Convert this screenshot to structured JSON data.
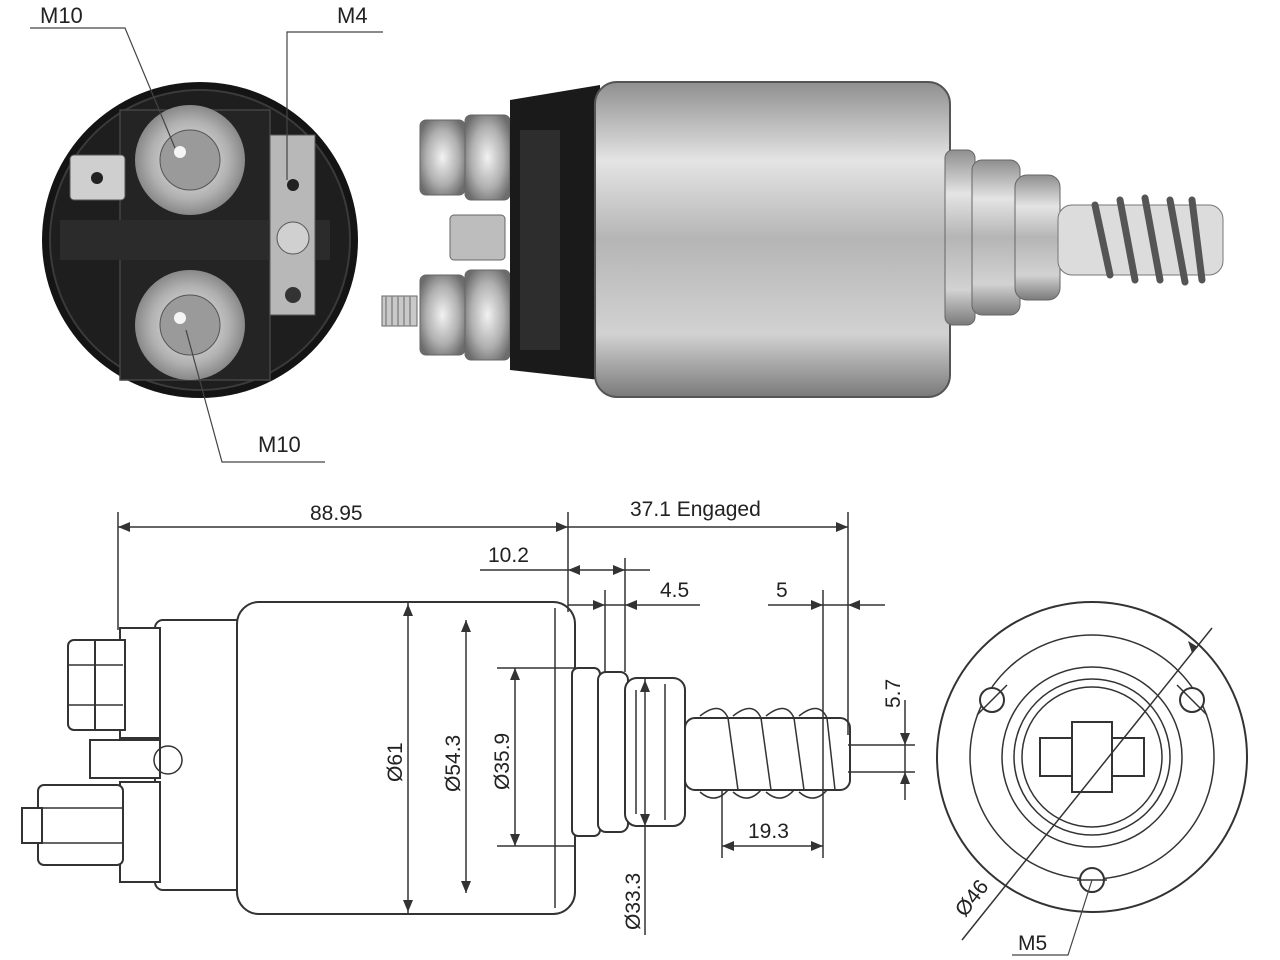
{
  "photo_labels": {
    "top_left_terminal": "M10",
    "small_terminal": "M4",
    "bottom_terminal": "M10"
  },
  "side_view": {
    "overall_length": "88.95",
    "engaged_stroke": "37.1 Engaged",
    "step_length": "10.2",
    "flange_width": "4.5",
    "plunger_tip": "5",
    "slot_width": "5.7",
    "spring_length": "19.3",
    "body_diameter": "Ø61",
    "inner_diameter": "Ø54.3",
    "neck_diameter": "Ø35.9",
    "plunger_diameter": "Ø33.3"
  },
  "end_view": {
    "bolt_circle": "Ø46",
    "mount_thread": "M5"
  },
  "colors": {
    "line": "#333333",
    "metal": "#b8b8b8",
    "cap": "#1a1a1a"
  }
}
